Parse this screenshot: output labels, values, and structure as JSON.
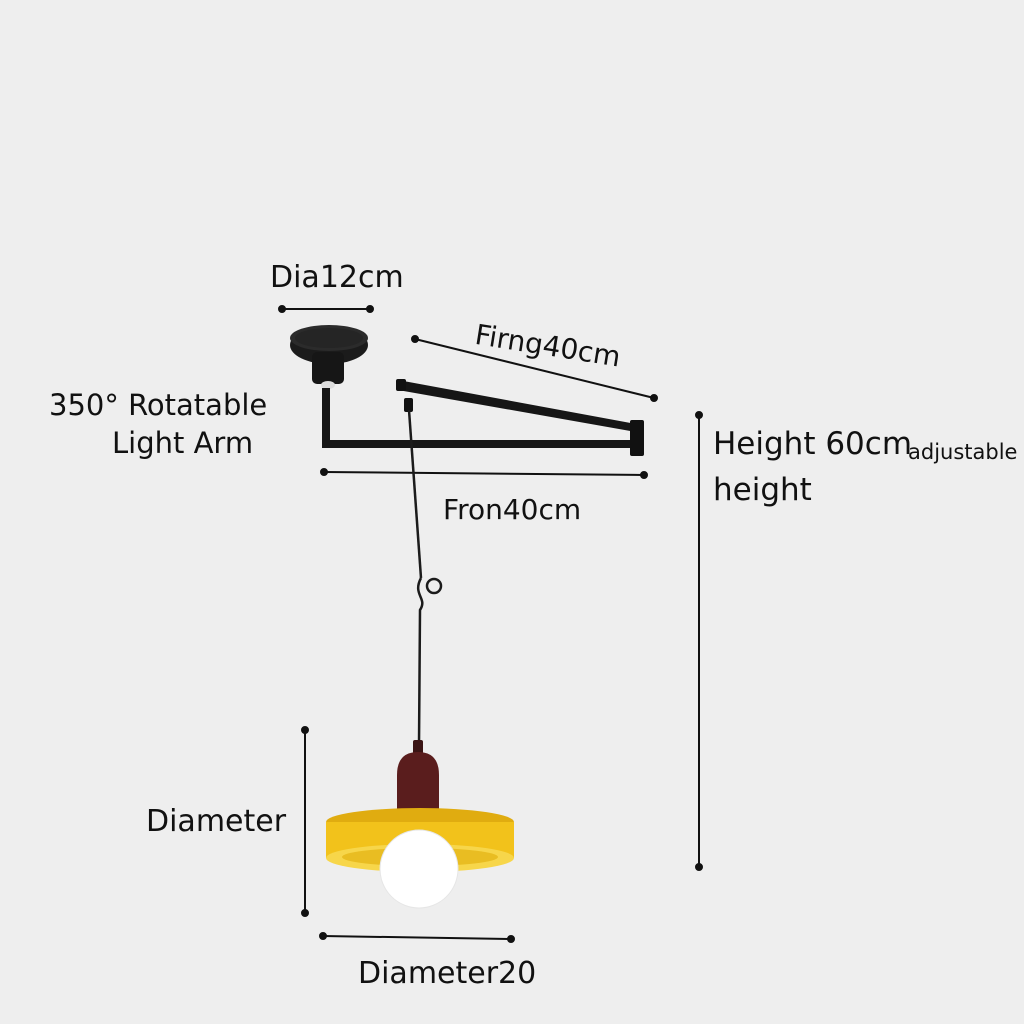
{
  "labels": {
    "canopy_diameter": "Dia12cm",
    "rotatable_line1": "350° Rotatable",
    "rotatable_line2": "Light Arm",
    "arm_diagonal": "Firng40cm",
    "arm_front": "Fron40cm",
    "height_main": "Height 60cm",
    "height_adjustable": "adjustable",
    "height_line2": "height",
    "shade_height": "Diameter",
    "shade_diameter": "Diameter20"
  },
  "colors": {
    "background": "#eeeeee",
    "metal": "#1b1b1b",
    "shade": "#f2c21b",
    "shade_inner": "#f7d64a",
    "socket": "#5a1d1d",
    "bulb": "#ffffff",
    "dimension_line": "#111111"
  },
  "icons": {
    "lamp": "swing-arm-pendant-lamp"
  }
}
